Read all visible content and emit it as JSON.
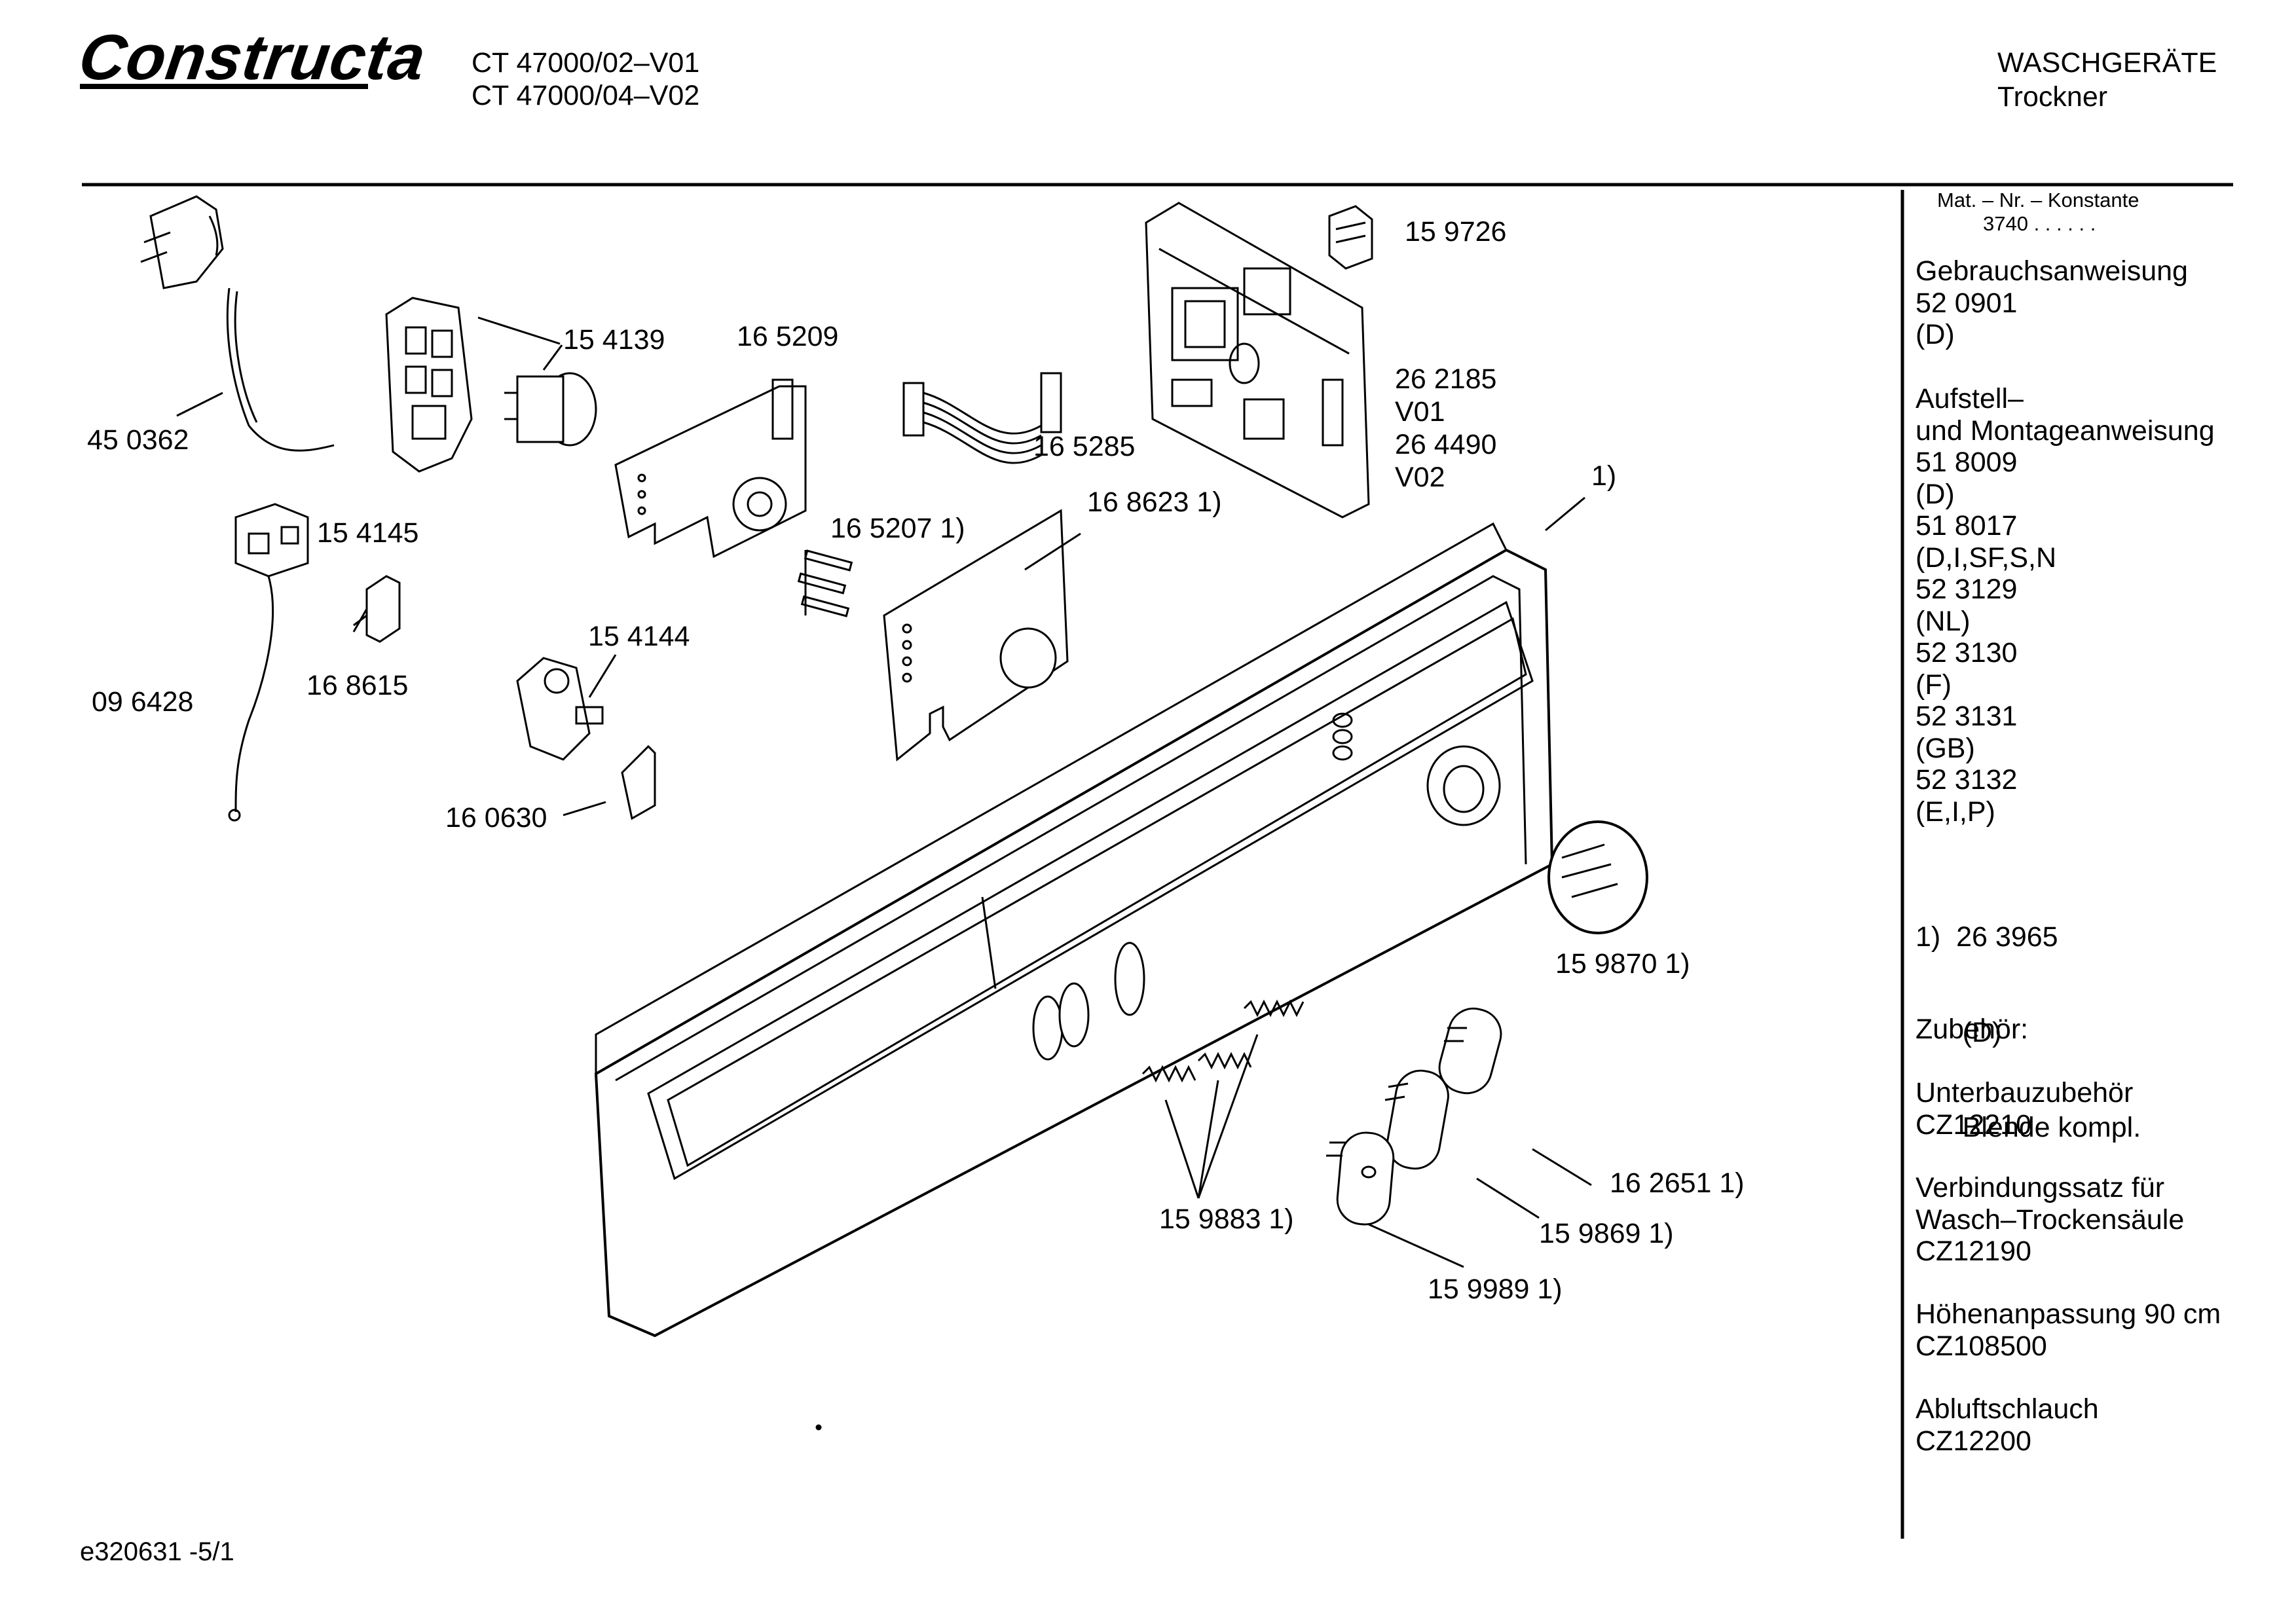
{
  "header": {
    "brand": "Constructa",
    "models": [
      "CT 47000/02–V01",
      "CT 47000/04–V02"
    ],
    "category": "WASCHGERÄTE",
    "subcategory": "Trockner"
  },
  "sidebar": {
    "mat_label": "Mat. – Nr. – Konstante",
    "mat_value": "3740 . . . . . .",
    "blocks": [
      [
        "Gebrauchsanweisung",
        "52 0901",
        "(D)"
      ],
      [
        "Aufstell–",
        "und Montageanweisung",
        "51 8009",
        "(D)",
        "51 8017",
        "(D,I,SF,S,N",
        "52 3129",
        "(NL)",
        "52 3130",
        "(F)",
        "52 3131",
        "(GB)",
        "52 3132",
        "(E,I,P)"
      ],
      [
        "1)  26 3965",
        "      (D)",
        "      Blende kompl."
      ],
      [
        "Zubehör:"
      ],
      [
        "Unterbauzubehör",
        "CZ12210"
      ],
      [
        "Verbindungssatz für",
        "Wasch–Trockensäule",
        "CZ12190"
      ],
      [
        "Höhenanpassung 90 cm",
        "CZ108500"
      ],
      [
        "Abluftschlauch",
        "CZ12200"
      ]
    ]
  },
  "parts": {
    "p450362": "45 0362",
    "p154139": "15 4139",
    "p165209": "16 5209",
    "p159726": "15 9726",
    "p262185": "26 2185",
    "v01": "V01",
    "p264490": "26 4490",
    "v02": "V02",
    "p165285": "16 5285",
    "p154145": "15 4145",
    "p165207": "16 5207 1)",
    "p168623": "16 8623 1)",
    "note1": "1)",
    "p096428": "09 6428",
    "p168615": "16 8615",
    "p154144": "15 4144",
    "p160630": "16 0630",
    "p159870": "15 9870 1)",
    "p162651": "16 2651 1)",
    "p159883": "15 9883 1)",
    "p159869": "15 9869 1)",
    "p159989": "15 9989 1)"
  },
  "footer": {
    "code": "e320631 -5/1"
  }
}
